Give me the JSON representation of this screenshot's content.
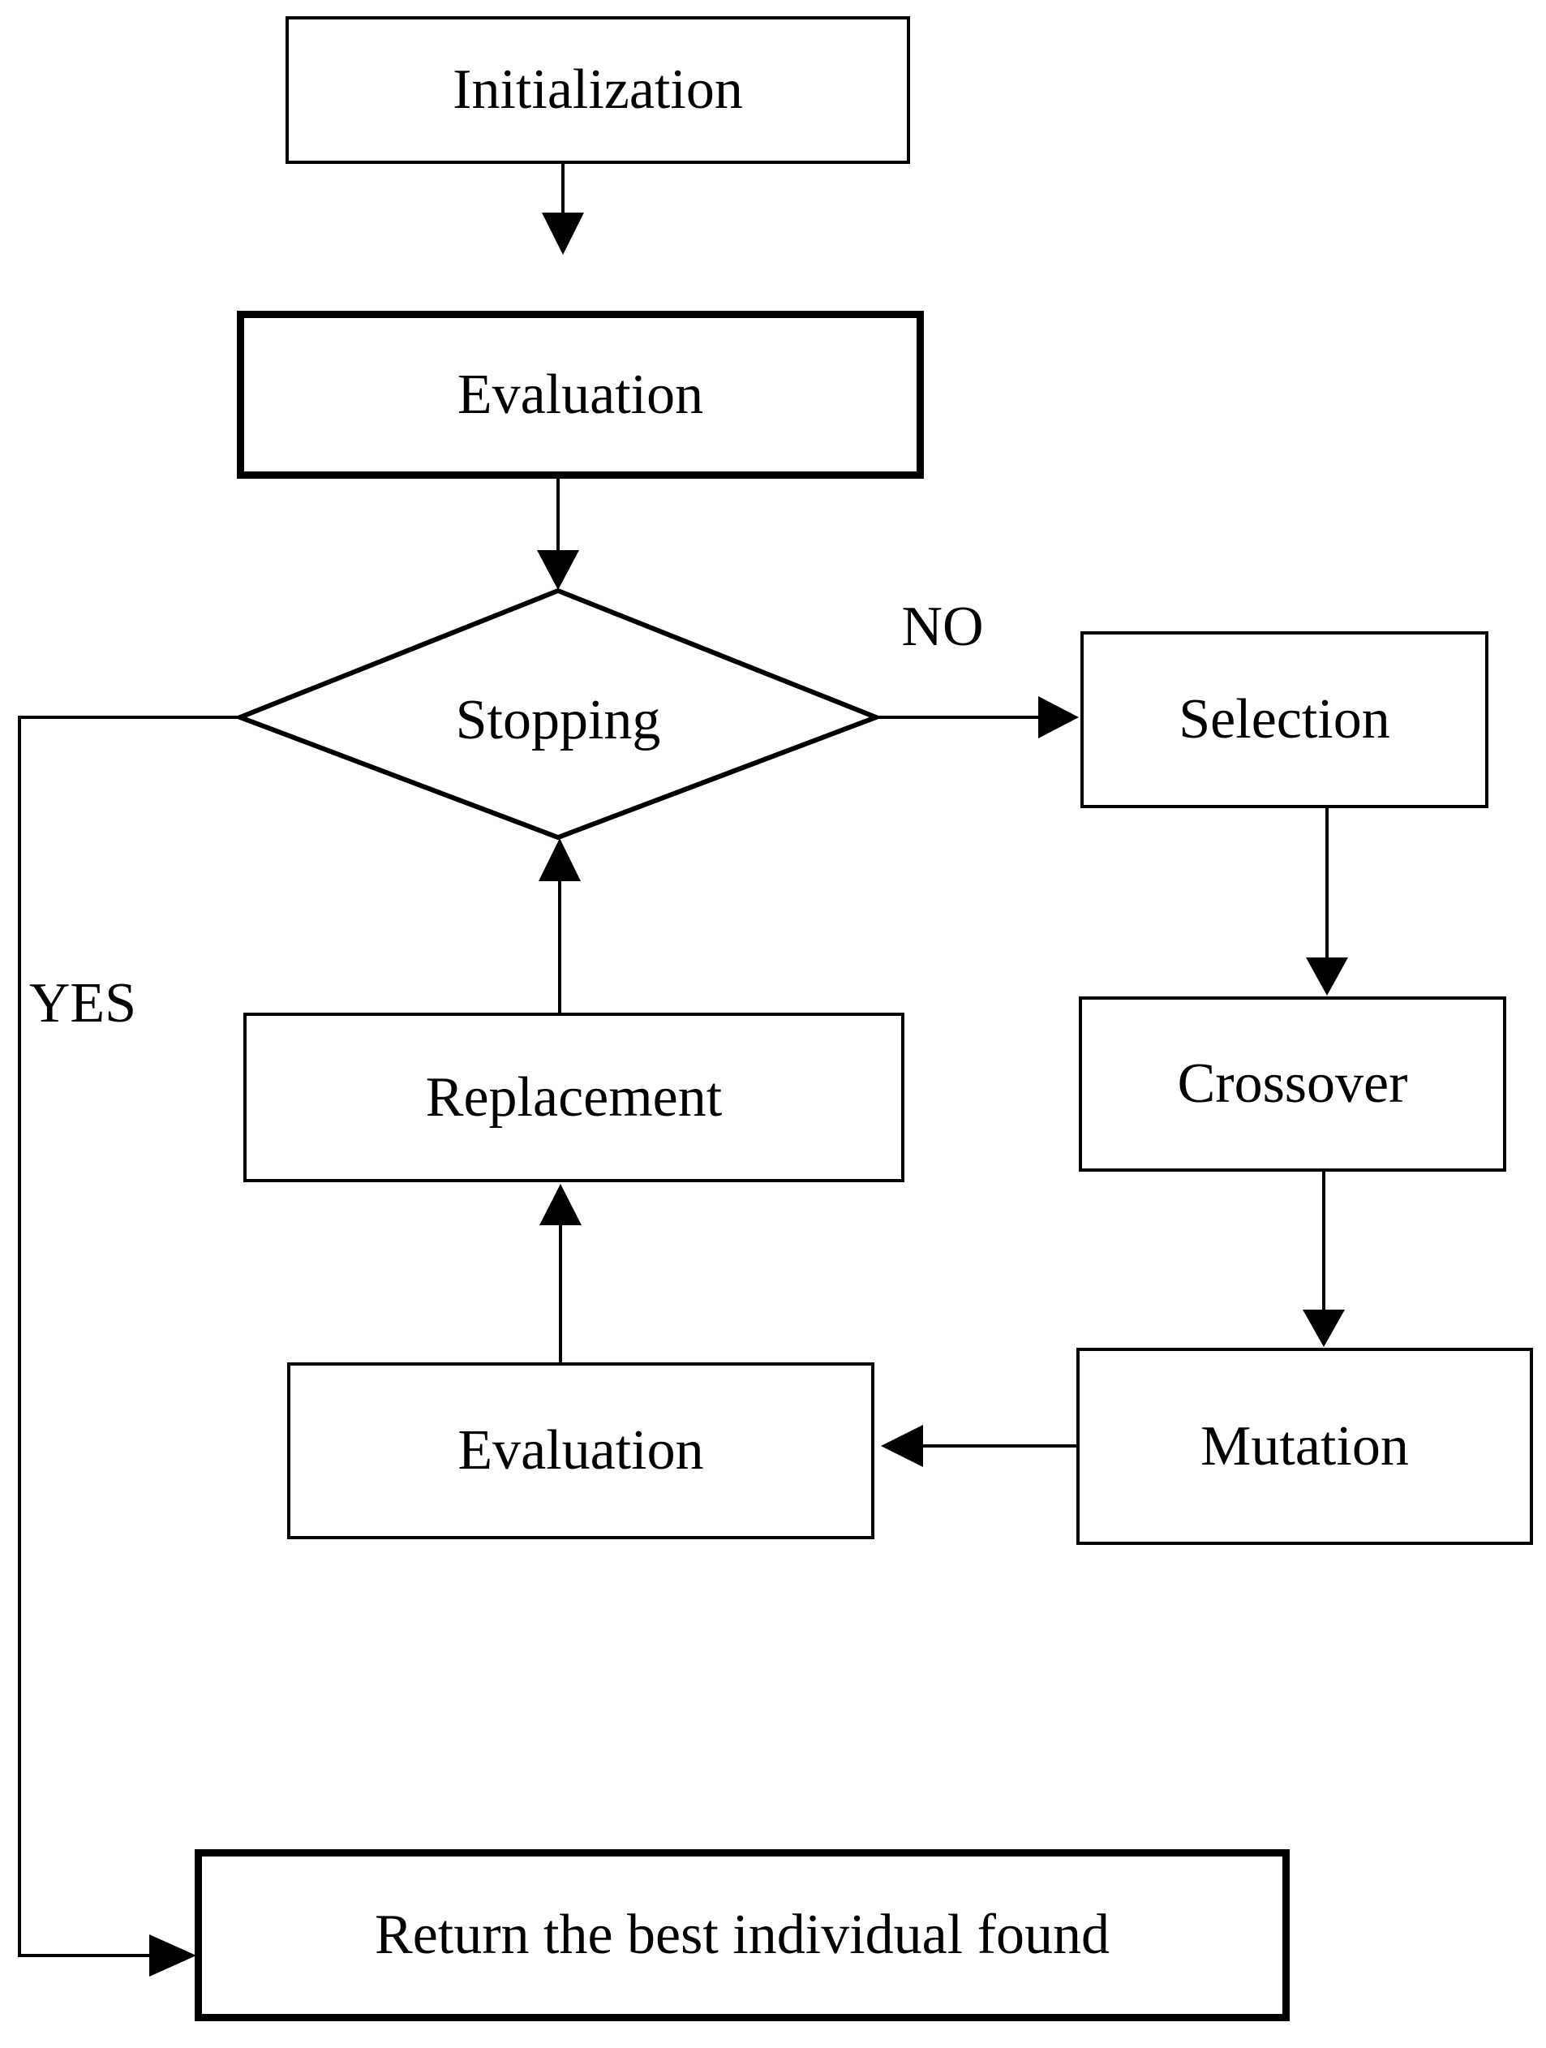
{
  "diagram": {
    "type": "flowchart",
    "background_color": "#ffffff",
    "stroke_color": "#000000",
    "nodes": [
      {
        "id": "initialization",
        "label": "Initialization",
        "shape": "process",
        "border": "thin"
      },
      {
        "id": "evaluation_initial",
        "label": "Evaluation",
        "shape": "process",
        "border": "thick"
      },
      {
        "id": "stopping",
        "label": "Stopping",
        "shape": "decision",
        "border": "thin"
      },
      {
        "id": "selection",
        "label": "Selection",
        "shape": "process",
        "border": "thin"
      },
      {
        "id": "crossover",
        "label": "Crossover",
        "shape": "process",
        "border": "thin"
      },
      {
        "id": "mutation",
        "label": "Mutation",
        "shape": "process",
        "border": "thin"
      },
      {
        "id": "evaluation_loop",
        "label": "Evaluation",
        "shape": "process",
        "border": "thin"
      },
      {
        "id": "replacement",
        "label": "Replacement",
        "shape": "process",
        "border": "thin"
      },
      {
        "id": "return_best",
        "label": "Return the best individual found",
        "shape": "process",
        "border": "thick"
      }
    ],
    "edges": [
      {
        "from": "initialization",
        "to": "evaluation_initial",
        "label": ""
      },
      {
        "from": "evaluation_initial",
        "to": "stopping",
        "label": ""
      },
      {
        "from": "stopping",
        "to": "selection",
        "label": "NO"
      },
      {
        "from": "selection",
        "to": "crossover",
        "label": ""
      },
      {
        "from": "crossover",
        "to": "mutation",
        "label": ""
      },
      {
        "from": "mutation",
        "to": "evaluation_loop",
        "label": ""
      },
      {
        "from": "evaluation_loop",
        "to": "replacement",
        "label": ""
      },
      {
        "from": "replacement",
        "to": "stopping",
        "label": ""
      },
      {
        "from": "stopping",
        "to": "return_best",
        "label": "YES"
      }
    ],
    "edge_labels": {
      "no": "NO",
      "yes": "YES"
    }
  }
}
